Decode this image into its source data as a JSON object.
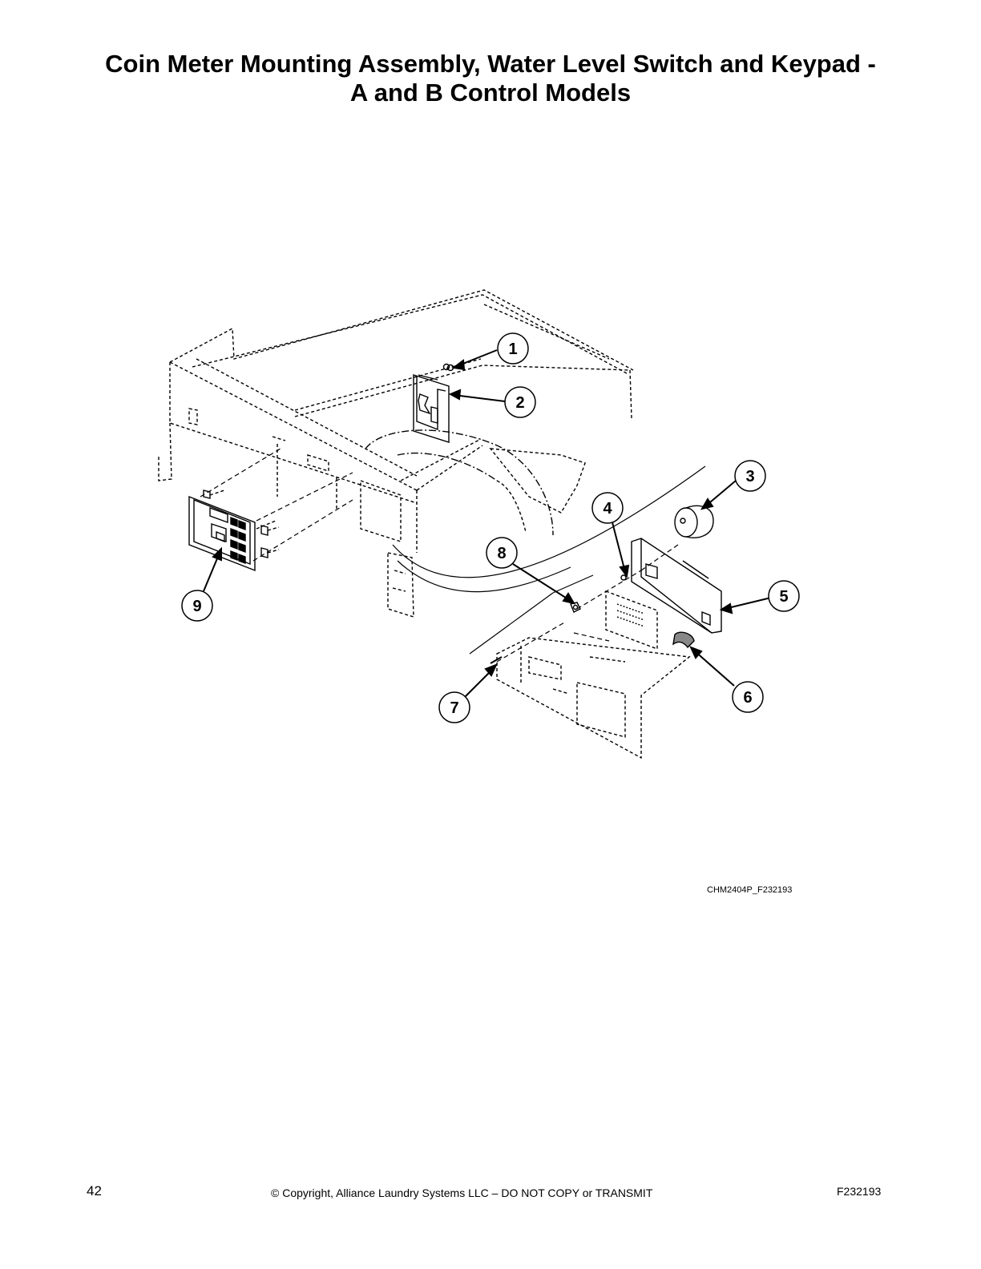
{
  "page": {
    "title_line1": "Coin Meter Mounting Assembly, Water Level Switch and Keypad -",
    "title_line2": "A and B Control Models",
    "figure_id": "CHM2404P_F232193",
    "page_number": "42",
    "copyright": "© Copyright, Alliance Laundry Systems LLC – DO NOT COPY or TRANSMIT",
    "doc_code": "F232193"
  },
  "callouts": [
    "1",
    "2",
    "3",
    "4",
    "5",
    "6",
    "7",
    "8",
    "9"
  ]
}
